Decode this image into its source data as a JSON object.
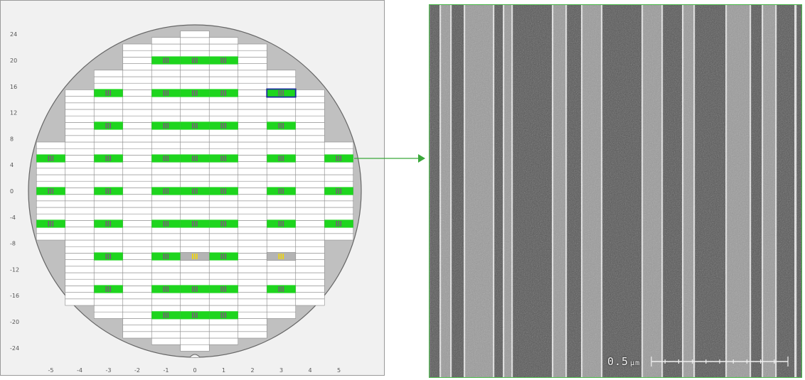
{
  "wafer_map": {
    "y_axis_labels": [
      "24",
      "20",
      "16",
      "12",
      "8",
      "4",
      "0",
      "-4",
      "-8",
      "-12",
      "-16",
      "-20",
      "-24"
    ],
    "x_axis_labels": [
      "-5",
      "-4",
      "-3",
      "-2",
      "-1",
      "0",
      "1",
      "2",
      "3",
      "4",
      "5"
    ],
    "colors": {
      "panel_bg": "#f1f1f1",
      "wafer_fill": "#c0c0c0",
      "die_fill": "#ffffff",
      "die_border": "#8c8c8c",
      "pass_die": "#1ed51e",
      "marker": "#7a5a7a",
      "fail_marker": "#f5d800",
      "selected_border": "#1a2c9a",
      "axis_text": "#555555"
    },
    "selected_die": {
      "col": 3,
      "row": 15
    },
    "measured_rows": [
      20,
      15,
      10,
      5,
      0,
      -5,
      -10,
      -15,
      -19
    ],
    "fail_dies": [
      {
        "col": 0,
        "row": -10
      },
      {
        "col": 3,
        "row": -10
      }
    ]
  },
  "sem_image": {
    "scale_value": "0.5",
    "scale_unit": "μm",
    "colors": {
      "background": "#5a5a5a",
      "line_edge": "#e8e8e8",
      "border": "#46b946"
    }
  },
  "connector": {
    "color": "#3aa83a"
  }
}
